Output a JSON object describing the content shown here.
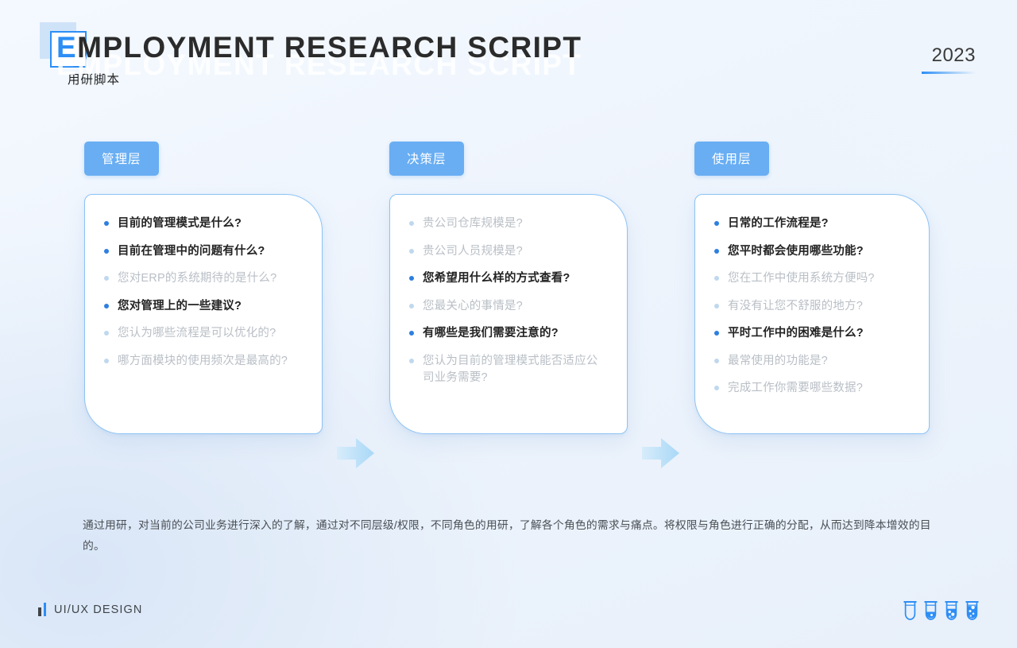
{
  "header": {
    "title_highlight": "E",
    "title_rest": "MPLOYMENT RESEARCH SCRIPT",
    "title_full": "EMPLOYMENT RESEARCH SCRIPT",
    "subtitle": "用研脚本",
    "year": "2023"
  },
  "columns": [
    {
      "tab": "管理层",
      "items": [
        {
          "text": "目前的管理模式是什么?",
          "state": "on"
        },
        {
          "text": "目前在管理中的问题有什么?",
          "state": "on"
        },
        {
          "text": "您对ERP的系统期待的是什么?",
          "state": "off"
        },
        {
          "text": "您对管理上的一些建议?",
          "state": "on"
        },
        {
          "text": "您认为哪些流程是可以优化的?",
          "state": "off"
        },
        {
          "text": "哪方面模块的使用频次是最高的?",
          "state": "off"
        }
      ]
    },
    {
      "tab": "决策层",
      "items": [
        {
          "text": "贵公司仓库规模是?",
          "state": "off"
        },
        {
          "text": "贵公司人员规模是?",
          "state": "off"
        },
        {
          "text": "您希望用什么样的方式查看?",
          "state": "on"
        },
        {
          "text": "您最关心的事情是?",
          "state": "off"
        },
        {
          "text": "有哪些是我们需要注意的?",
          "state": "on"
        },
        {
          "text": "您认为目前的管理模式能否适应公司业务需要?",
          "state": "off"
        }
      ]
    },
    {
      "tab": "使用层",
      "items": [
        {
          "text": "日常的工作流程是?",
          "state": "on"
        },
        {
          "text": "您平时都会使用哪些功能?",
          "state": "on"
        },
        {
          "text": "您在工作中使用系统方便吗?",
          "state": "off"
        },
        {
          "text": "有没有让您不舒服的地方?",
          "state": "off"
        },
        {
          "text": "平时工作中的困难是什么?",
          "state": "on"
        },
        {
          "text": "最常使用的功能是?",
          "state": "off"
        },
        {
          "text": "完成工作你需要哪些数据?",
          "state": "off"
        }
      ]
    }
  ],
  "summary": "通过用研，对当前的公司业务进行深入的了解，通过对不同层级/权限，不同角色的用研，了解各个角色的需求与痛点。将权限与角色进行正确的分配，从而达到降本增效的目的。",
  "footer": {
    "brand": "UI/UX DESIGN",
    "progress_icons": [
      "test-tube-empty",
      "test-tube-quarter",
      "test-tube-half",
      "test-tube-full"
    ]
  },
  "colors": {
    "accent": "#2d8ef5",
    "tab_bg": "#69aef3",
    "card_border": "#8cc3f5",
    "bullet_on": "#2d7fe0",
    "bullet_off": "#bfd8ee",
    "text_on": "#232323",
    "text_off": "#b9bfc6"
  }
}
